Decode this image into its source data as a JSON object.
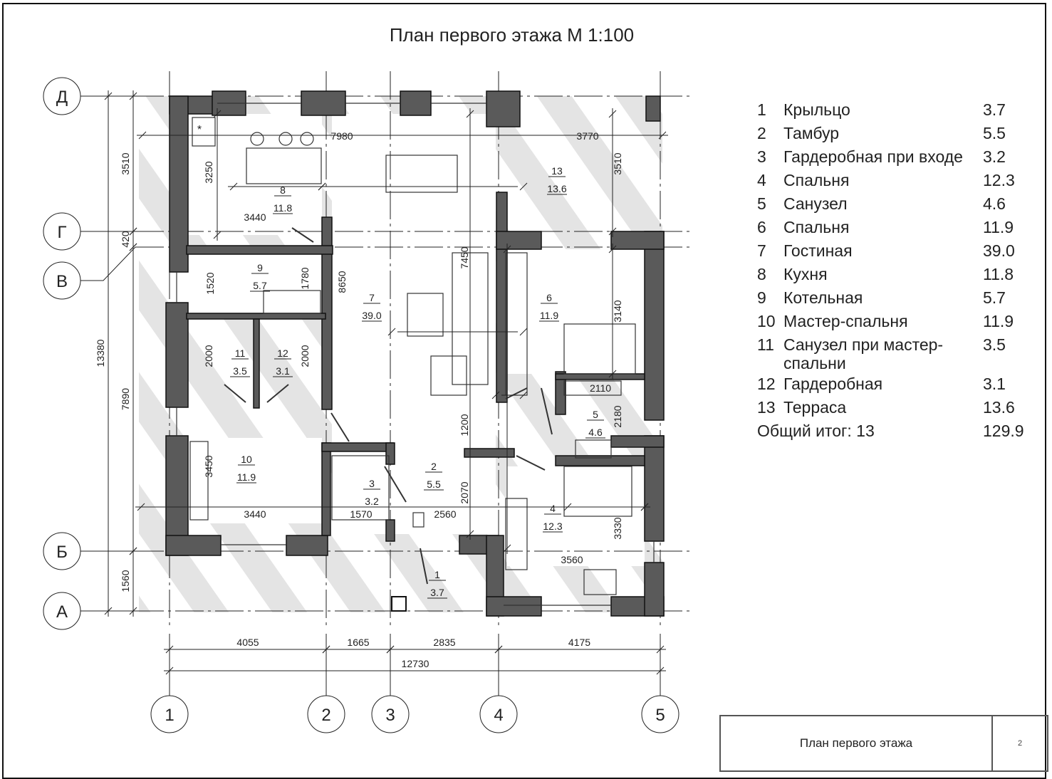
{
  "title": "План первого этажа М 1:100",
  "axes": {
    "vertical": [
      "1",
      "2",
      "3",
      "4",
      "5"
    ],
    "horizontal": [
      "Д",
      "Г",
      "В",
      "Б",
      "А"
    ]
  },
  "dimensions": {
    "left_total": "13380",
    "left_chain": [
      "3510",
      "420",
      "7890",
      "1560"
    ],
    "bottom_chain": [
      "4055",
      "1665",
      "2835",
      "4175"
    ],
    "bottom_total": "12730",
    "inner": [
      "7980",
      "3770",
      "3510",
      "3250",
      "3440",
      "1520",
      "1780",
      "8650",
      "7450",
      "2000",
      "2000",
      "3140",
      "2110",
      "2180",
      "1200",
      "3450",
      "2070",
      "3440",
      "1570",
      "2560",
      "3330",
      "3560"
    ]
  },
  "rooms": [
    {
      "num": "8",
      "area": "11.8"
    },
    {
      "num": "9",
      "area": "5.7"
    },
    {
      "num": "7",
      "area": "39.0"
    },
    {
      "num": "11",
      "area": "3.5"
    },
    {
      "num": "12",
      "area": "3.1"
    },
    {
      "num": "6",
      "area": "11.9"
    },
    {
      "num": "13",
      "area": "13.6"
    },
    {
      "num": "5",
      "area": "4.6"
    },
    {
      "num": "10",
      "area": "11.9"
    },
    {
      "num": "3",
      "area": "3.2"
    },
    {
      "num": "2",
      "area": "5.5"
    },
    {
      "num": "4",
      "area": "12.3"
    },
    {
      "num": "1",
      "area": "3.7"
    }
  ],
  "kitchen_mark": "*",
  "legend": {
    "items": [
      {
        "num": "1",
        "name": "Крыльцо",
        "area": "3.7"
      },
      {
        "num": "2",
        "name": "Тамбур",
        "area": "5.5"
      },
      {
        "num": "3",
        "name": "Гардеробная при входе",
        "area": "3.2"
      },
      {
        "num": "4",
        "name": "Спальня",
        "area": "12.3"
      },
      {
        "num": "5",
        "name": "Санузел",
        "area": "4.6"
      },
      {
        "num": "6",
        "name": "Спальня",
        "area": "11.9"
      },
      {
        "num": "7",
        "name": "Гостиная",
        "area": "39.0"
      },
      {
        "num": "8",
        "name": "Кухня",
        "area": "11.8"
      },
      {
        "num": "9",
        "name": "Котельная",
        "area": "5.7"
      },
      {
        "num": "10",
        "name": "Мастер-спальня",
        "area": "11.9"
      },
      {
        "num": "11",
        "name": "Санузел при мастер-спальни",
        "area": "3.5"
      },
      {
        "num": "12",
        "name": "Гардеробная",
        "area": "3.1"
      },
      {
        "num": "13",
        "name": "Терраса",
        "area": "13.6"
      }
    ],
    "total_label": "Общий итог: 13",
    "total_area": "129.9"
  },
  "title_block": {
    "name": "План первого этажа",
    "sheet": "2"
  },
  "colors": {
    "wall": "#5a5a5a",
    "shadow": "#e4e4e4",
    "line": "#222222"
  }
}
